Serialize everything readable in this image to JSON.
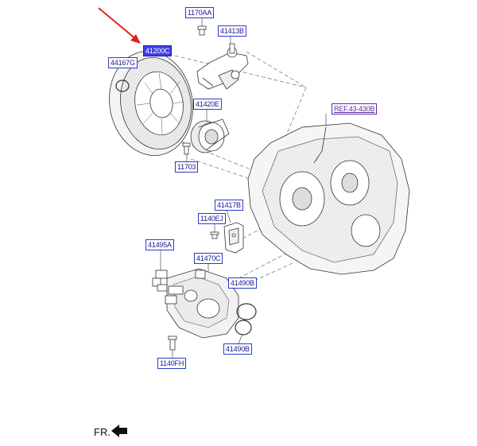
{
  "callouts": {
    "c1170AA": "1170AA",
    "c41413B": "41413B",
    "c41200C": "41200C",
    "c44167G": "44167G",
    "c41420E": "41420E",
    "c11703": "11703",
    "cREF": "REF.43-430B",
    "c41417B": "41417B",
    "c1140EJ": "1140EJ",
    "c41495A": "41495A",
    "c41470C": "41470C",
    "c41490B_top": "41490B",
    "c41490B_bottom": "41490B",
    "c1140FH": "1140FH"
  },
  "orientation_label": "FR.",
  "colors": {
    "callout_border": "#2a3cc8",
    "highlight_fill": "#3f3fe6",
    "pointer_arrow": "#e0201e",
    "line_art": "#333333"
  }
}
